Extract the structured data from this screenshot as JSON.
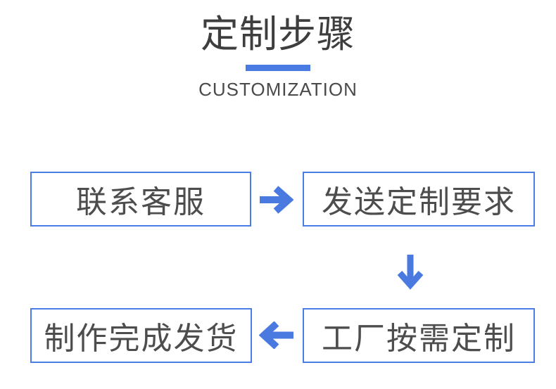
{
  "header": {
    "title": "定制步骤",
    "subtitle": "CUSTOMIZATION",
    "underline_color": "#4a7be2",
    "title_color": "#3e3e3e"
  },
  "flow": {
    "steps": [
      {
        "order": 1,
        "label": "联系客服"
      },
      {
        "order": 2,
        "label": "发送定制要求"
      },
      {
        "order": 3,
        "label": "工厂按需定制"
      },
      {
        "order": 4,
        "label": "制作完成发货"
      }
    ],
    "connectors": [
      {
        "from": 1,
        "to": 2,
        "direction": "right",
        "icon": "arrow-right-icon"
      },
      {
        "from": 2,
        "to": 3,
        "direction": "down",
        "icon": "arrow-down-icon"
      },
      {
        "from": 3,
        "to": 4,
        "direction": "left",
        "icon": "arrow-left-icon"
      }
    ],
    "box_border_color": "#4b7de6",
    "arrow_color": "#4a7ae0",
    "step_text_color": "#4d4d4d"
  }
}
